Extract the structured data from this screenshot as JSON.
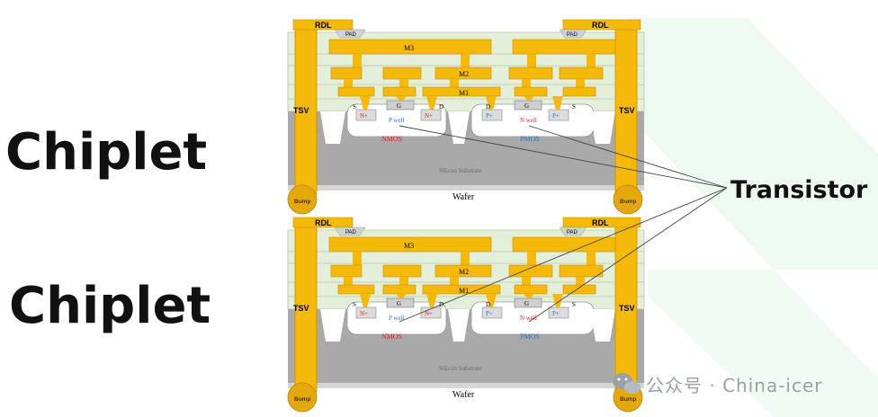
{
  "labels": {
    "chiplet_top": "Chiplet",
    "chiplet_bottom": "Chiplet",
    "transistor": "Transistor",
    "watermark": "公众号 · China-icer"
  },
  "chip": {
    "rdl": "RDL",
    "pad": "PAD",
    "tsv": "TSV",
    "bump": "Bump",
    "m3": "M3",
    "m2": "M2",
    "m1": "M1",
    "s": "S",
    "g": "G",
    "d": "D",
    "n_plus": "N+",
    "p_plus": "P+",
    "p_well": "P well",
    "n_well": "N well",
    "nmos": "NMOS",
    "pmos": "PMOS",
    "substrate": "Silicon Substrate",
    "wafer": "Wafer"
  },
  "colors": {
    "metal": "#f5b90a",
    "metal_edge": "#c98f00",
    "dielectric": "#e4efd9",
    "substrate": "#a9a9a9",
    "nmos_text": "#d9232b",
    "pmos_text": "#2f72c4",
    "bg_accent": "#e9f7ec"
  }
}
